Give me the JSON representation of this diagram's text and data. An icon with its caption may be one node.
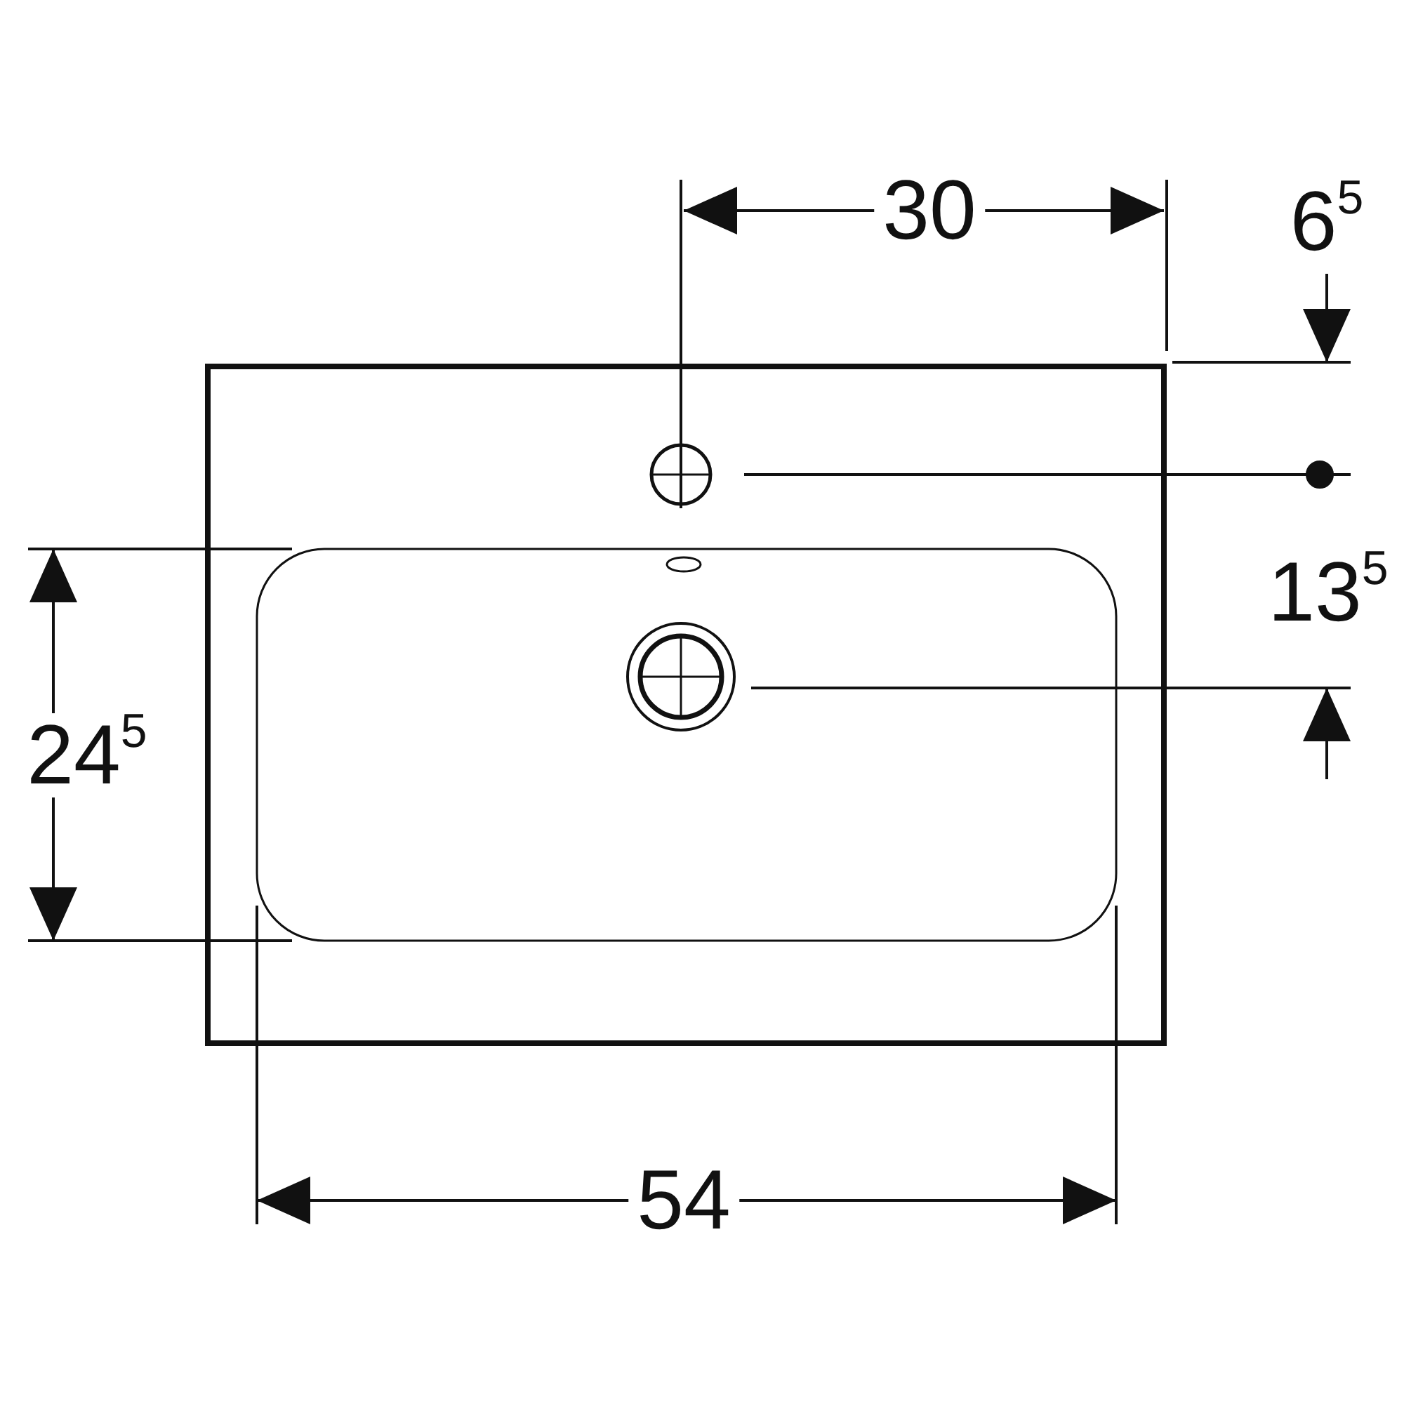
{
  "diagram": {
    "labels": [
      "30",
      "6$^{5}$",
      "13$^{5}$",
      "24$^{5}$",
      "54"
    ]
  }
}
